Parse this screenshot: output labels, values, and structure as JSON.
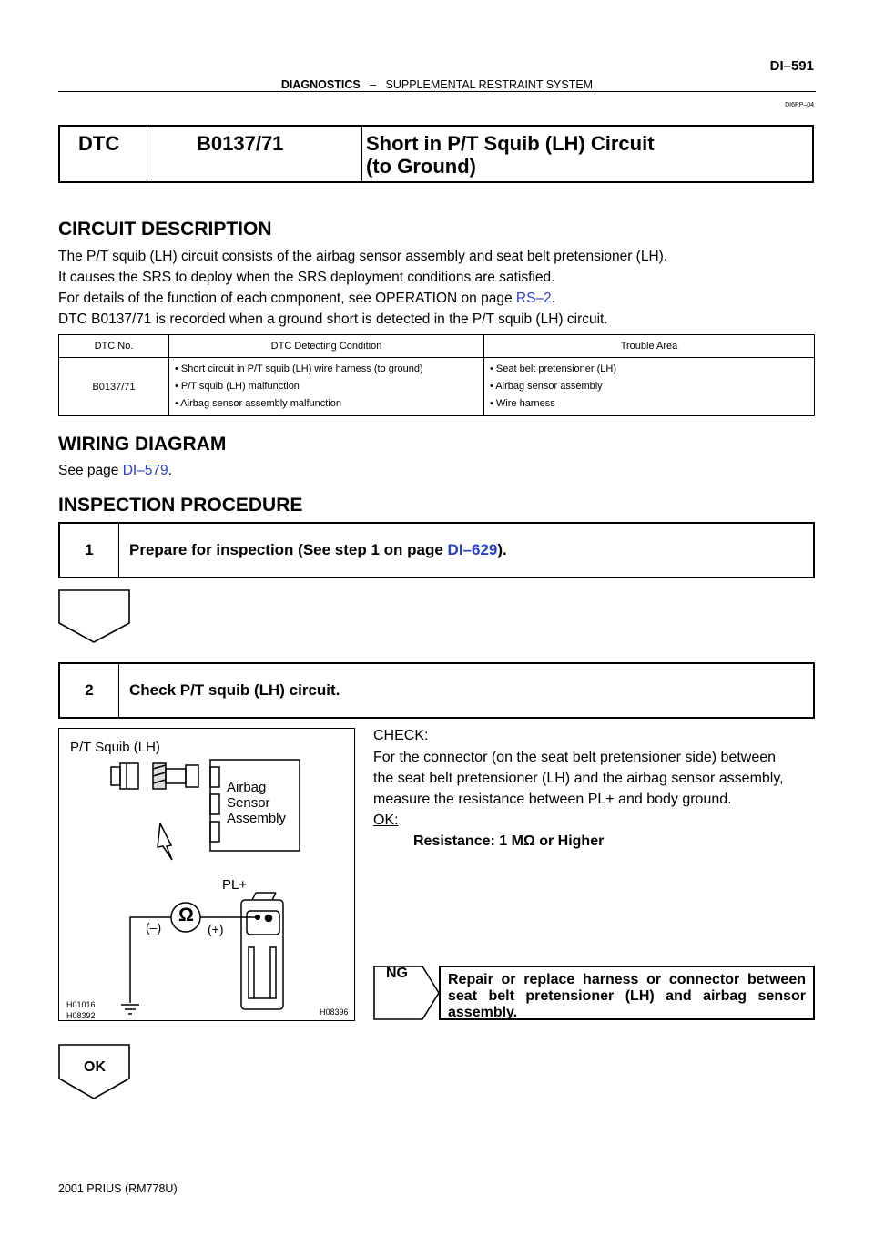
{
  "header": {
    "section": "DIAGNOSTICS",
    "dash": "–",
    "subsection": "SUPPLEMENTAL RESTRAINT SYSTEM",
    "page": "DI–591",
    "doc_code": "DI6PP–04"
  },
  "dtc_title": {
    "label": "DTC",
    "code": "B0137/71",
    "description_line1": "Short in P/T Squib (LH) Circuit",
    "description_line2": "(to Ground)"
  },
  "circuit_description": {
    "heading": "CIRCUIT DESCRIPTION",
    "line1": "The P/T squib (LH) circuit consists of the airbag sensor assembly and seat belt pretensioner (LH).",
    "line2": "It causes the SRS to deploy when the SRS deployment conditions are satisfied.",
    "line3_pre": "For details of the function of each component, see OPERATION on page ",
    "line3_link": "RS–2",
    "line3_post": ".",
    "line4": "DTC B0137/71 is recorded when a ground short is detected in the P/T squib (LH) circuit."
  },
  "dtc_table": {
    "headers": [
      "DTC No.",
      "DTC Detecting Condition",
      "Trouble Area"
    ],
    "dtc_no": "B0137/71",
    "conditions": [
      "• Short circuit in P/T squib (LH) wire harness (to ground)",
      "• P/T squib (LH) malfunction",
      "• Airbag sensor assembly malfunction"
    ],
    "areas": [
      "• Seat belt pretensioner (LH)",
      "• Airbag sensor assembly",
      "• Wire harness"
    ]
  },
  "wiring": {
    "heading": "WIRING DIAGRAM",
    "text_pre": "See page ",
    "link": "DI–579",
    "text_post": "."
  },
  "inspection": {
    "heading": "INSPECTION PROCEDURE",
    "step1_num": "1",
    "step1_pre": "Prepare for inspection (See step 1 on page ",
    "step1_link": "DI–629",
    "step1_post": ").",
    "step2_num": "2",
    "step2_text": "Check P/T squib (LH) circuit."
  },
  "figure": {
    "squib_label": "P/T Squib (LH)",
    "sensor_label_1": "Airbag",
    "sensor_label_2": "Sensor",
    "sensor_label_3": "Assembly",
    "pl_label": "PL+",
    "neg_label": "(–)",
    "pos_label": "(+)",
    "ohm_symbol": "Ω",
    "code_1": "H01016",
    "code_2": "H08392",
    "code_3": "H08396"
  },
  "check": {
    "label": "CHECK:",
    "line1": "For the connector (on the seat belt pretensioner side) between",
    "line2": "the seat belt pretensioner (LH) and the airbag sensor assembly,",
    "line3": "measure the resistance between PL+ and body ground.",
    "ok_label": "OK:",
    "result": "Resistance: 1 MΩ or Higher"
  },
  "ng": {
    "label": "NG",
    "text": "Repair or replace harness or connector between seat belt pretensioner (LH) and airbag sensor assembly."
  },
  "ok_arrow_label": "OK",
  "footer": "2001 PRIUS   (RM778U)"
}
